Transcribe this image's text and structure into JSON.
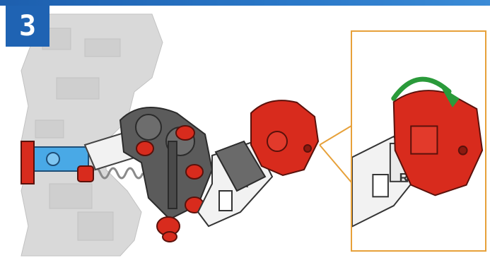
{
  "step": {
    "number": "3"
  },
  "colors": {
    "badge_blue": "#1f63b3",
    "callout_orange": "#e7a13a",
    "arrow_green": "#2a9a3a",
    "part_red": "#d82b1d",
    "part_dark_gray": "#5b5b5b",
    "part_blue": "#49a9e6",
    "part_white": "#f2f2f2",
    "ghost_gray": "#cfcfcf"
  },
  "illustration": {
    "main_assembly_icon": "robot-arm-assembly",
    "callout_icon": "rotate-clockwise-detail",
    "arrow_icon": "rotation-arrow-icon"
  }
}
